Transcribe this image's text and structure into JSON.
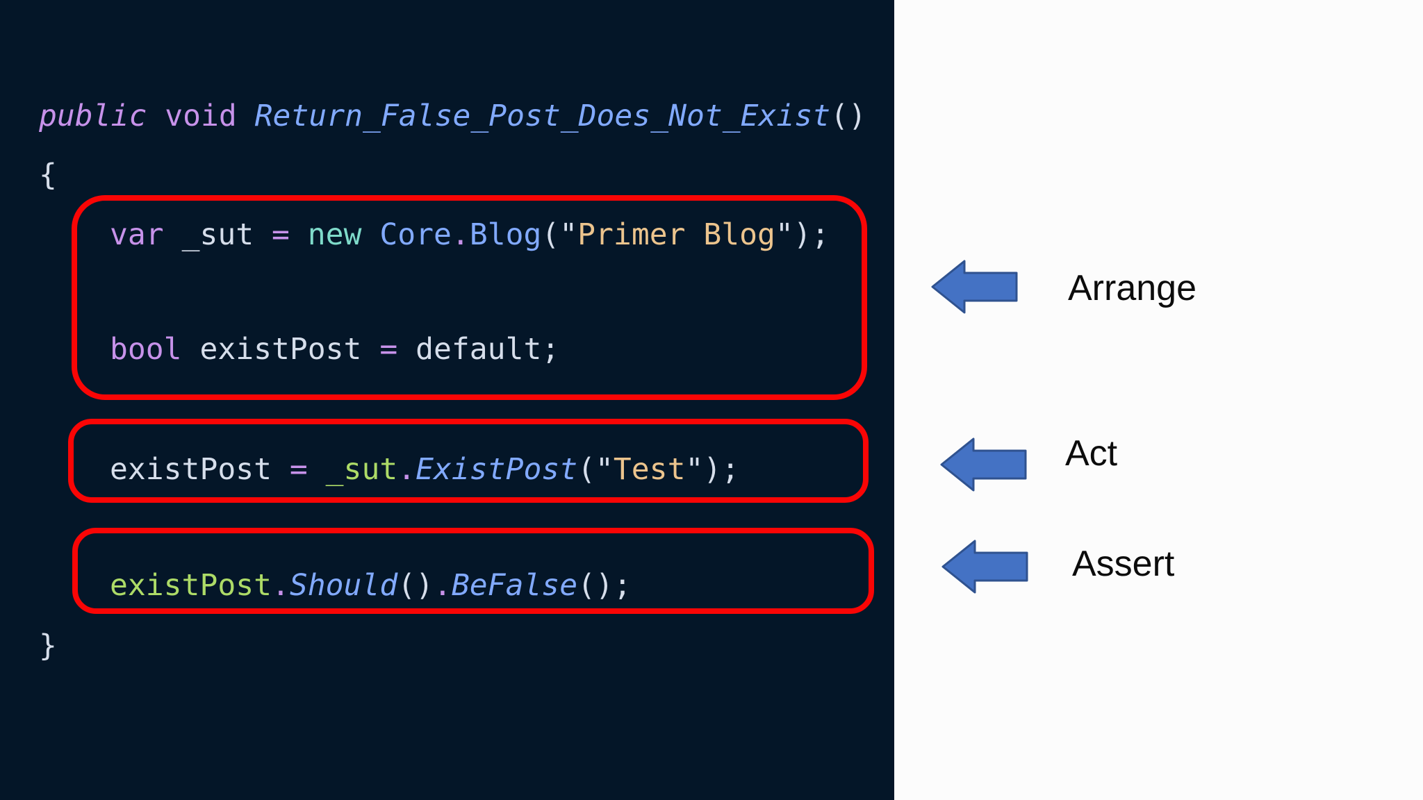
{
  "palette": {
    "codeBg": "#041628",
    "slideBg": "#fcfcfc",
    "fg": "#d6deeb",
    "purple": "#c792ea",
    "blue": "#82aaff",
    "teal": "#7fdbca",
    "green": "#addb67",
    "string": "#ecc48d",
    "boxRed": "#fa0505",
    "arrowFill": "#4472c4",
    "arrowStroke": "#2f528f"
  },
  "code": {
    "lines": [
      {
        "name": "method-signature",
        "tokens": [
          {
            "text": "public ",
            "color": "purple",
            "italic": true
          },
          {
            "text": "void ",
            "color": "purple"
          },
          {
            "text": "Return_False_Post_Does_Not_Exist",
            "color": "blue",
            "italic": true
          },
          {
            "text": "()",
            "color": "fg"
          }
        ]
      },
      {
        "name": "open-brace",
        "tokens": [
          {
            "text": "{",
            "color": "fg"
          }
        ]
      },
      {
        "name": "arrange-statement-1",
        "tokens": [
          {
            "text": "var ",
            "color": "purple"
          },
          {
            "text": "_sut ",
            "color": "fg"
          },
          {
            "text": "= ",
            "color": "purple"
          },
          {
            "text": "new ",
            "color": "teal"
          },
          {
            "text": "Core",
            "color": "blue"
          },
          {
            "text": ".",
            "color": "purple"
          },
          {
            "text": "Blog",
            "color": "blue"
          },
          {
            "text": "(\"",
            "color": "fg"
          },
          {
            "text": "Primer Blog",
            "color": "string"
          },
          {
            "text": "\");",
            "color": "fg"
          }
        ]
      },
      {
        "name": "arrange-statement-2",
        "tokens": [
          {
            "text": "bool ",
            "color": "purple"
          },
          {
            "text": "existPost ",
            "color": "fg"
          },
          {
            "text": "= ",
            "color": "purple"
          },
          {
            "text": "default;",
            "color": "fg"
          }
        ]
      },
      {
        "name": "act-statement",
        "tokens": [
          {
            "text": "existPost ",
            "color": "fg"
          },
          {
            "text": "= ",
            "color": "purple"
          },
          {
            "text": "_sut",
            "color": "green"
          },
          {
            "text": ".",
            "color": "purple"
          },
          {
            "text": "ExistPost",
            "color": "blue",
            "italic": true
          },
          {
            "text": "(\"",
            "color": "fg"
          },
          {
            "text": "Test",
            "color": "string"
          },
          {
            "text": "\");",
            "color": "fg"
          }
        ]
      },
      {
        "name": "assert-statement",
        "tokens": [
          {
            "text": "existPost",
            "color": "green"
          },
          {
            "text": ".",
            "color": "purple"
          },
          {
            "text": "Should",
            "color": "blue",
            "italic": true
          },
          {
            "text": "()",
            "color": "fg"
          },
          {
            "text": ".",
            "color": "purple"
          },
          {
            "text": "BeFalse",
            "color": "blue",
            "italic": true
          },
          {
            "text": "();",
            "color": "fg"
          }
        ]
      },
      {
        "name": "close-brace",
        "tokens": [
          {
            "text": "}",
            "color": "fg"
          }
        ]
      }
    ]
  },
  "annotations": [
    {
      "label": "Arrange"
    },
    {
      "label": "Act"
    },
    {
      "label": "Assert"
    }
  ]
}
